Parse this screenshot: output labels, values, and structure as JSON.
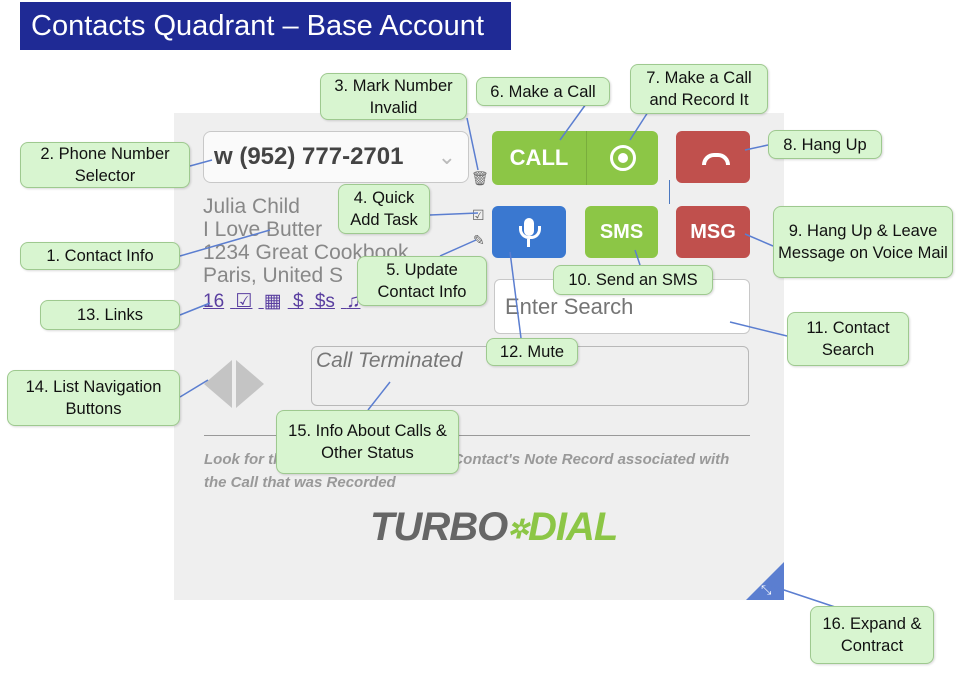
{
  "title": "Contacts Quadrant – Base Account",
  "phone_selector": {
    "value": "w (952) 777-2701",
    "chevron": "⌄"
  },
  "contact": {
    "lines": [
      "Julia Child",
      "I Love Butter",
      "1234 Great Cookbook",
      "Paris, United S"
    ]
  },
  "links": [
    "16",
    "☑",
    "▦",
    "$",
    "$s",
    "♫"
  ],
  "buttons": {
    "call": "CALL",
    "sms": "SMS",
    "msg": "MSG"
  },
  "icons": {
    "trash": "🗑",
    "check": "☑",
    "pencil": "✎",
    "expand": "⤡"
  },
  "search": {
    "placeholder": "Enter Search"
  },
  "status": {
    "text": "Call Terminated"
  },
  "note": "Look for the Recording Link in the Contact's Note Record associated with the Call that was Recorded",
  "logo": {
    "part1": "TURBO",
    "star": "✲",
    "part2": "DIAL"
  },
  "callouts": {
    "c1": "1. Contact Info",
    "c2": "2. Phone Number Selector",
    "c3": "3. Mark Number Invalid",
    "c4": "4. Quick Add Task",
    "c5": "5. Update Contact Info",
    "c6": "6. Make a Call",
    "c7": "7. Make a Call and Record It",
    "c8": "8. Hang Up",
    "c9": "9. Hang Up & Leave Message on Voice Mail",
    "c10": "10. Send an SMS",
    "c11": "11. Contact Search",
    "c12": "12. Mute",
    "c13": "13. Links",
    "c14": "14. List Navigation Buttons",
    "c15": "15. Info About Calls & Other Status",
    "c16": "16. Expand & Contract"
  }
}
